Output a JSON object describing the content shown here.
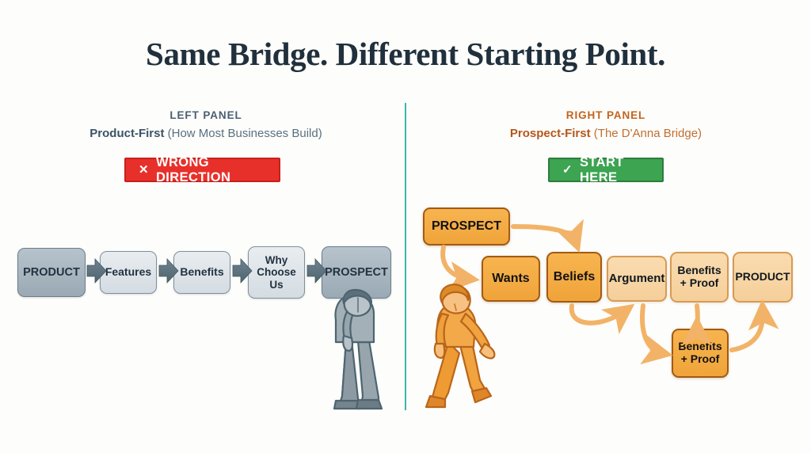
{
  "title": "Same Bridge. Different Starting Point.",
  "divider": {
    "color": "#1ba7a0"
  },
  "left_panel": {
    "kicker": "LEFT PANEL",
    "sub_bold": "Product-First",
    "sub_paren": "(How Most Businesses Build)",
    "badge": {
      "label": "WRONG DIRECTION",
      "icon": "cross-icon",
      "glyph": "✕",
      "color": "#e8302a"
    },
    "figure": {
      "name": "slumped-person-figure",
      "color": "#8d9aa3",
      "mood": "defeated"
    },
    "steps": [
      {
        "label": "PRODUCT",
        "style": "dark"
      },
      {
        "label": "Features",
        "style": "light"
      },
      {
        "label": "Benefits",
        "style": "light"
      },
      {
        "label": "Why\nChoose\nUs",
        "style": "light"
      },
      {
        "label": "PROSPECT",
        "style": "dark"
      }
    ],
    "arrow_count": 4,
    "arrow_color": "#5c7180"
  },
  "right_panel": {
    "kicker": "RIGHT PANEL",
    "sub_bold": "Prospect-First",
    "sub_paren": "(The D'Anna Bridge)",
    "badge": {
      "label": "START HERE",
      "icon": "check-icon",
      "glyph": "✓",
      "color": "#3da451"
    },
    "figure": {
      "name": "walking-person-figure",
      "color": "#ef9a31",
      "mood": "confident"
    },
    "steps": [
      {
        "label": "PROSPECT",
        "style": "solid"
      },
      {
        "label": "Wants",
        "style": "solid"
      },
      {
        "label": "Beliefs",
        "style": "solid"
      },
      {
        "label": "Argument",
        "style": "light"
      },
      {
        "label": "Benefits\n+ Proof",
        "style": "light"
      },
      {
        "label": "PRODUCT",
        "style": "light"
      },
      {
        "label": "Benefits\n+ Proof",
        "style": "solid"
      }
    ],
    "arrow_color": "#f2b368"
  },
  "chart_data": {
    "type": "diagram",
    "title": "Same Bridge. Different Starting Point.",
    "panels": [
      {
        "name": "Product-First",
        "order": [
          "PRODUCT",
          "Features",
          "Benefits",
          "Why Choose Us",
          "PROSPECT"
        ],
        "verdict": "WRONG DIRECTION"
      },
      {
        "name": "Prospect-First",
        "order": [
          "PROSPECT",
          "Wants",
          "Beliefs",
          "Argument",
          "Benefits + Proof",
          "PRODUCT"
        ],
        "verdict": "START HERE"
      }
    ]
  }
}
